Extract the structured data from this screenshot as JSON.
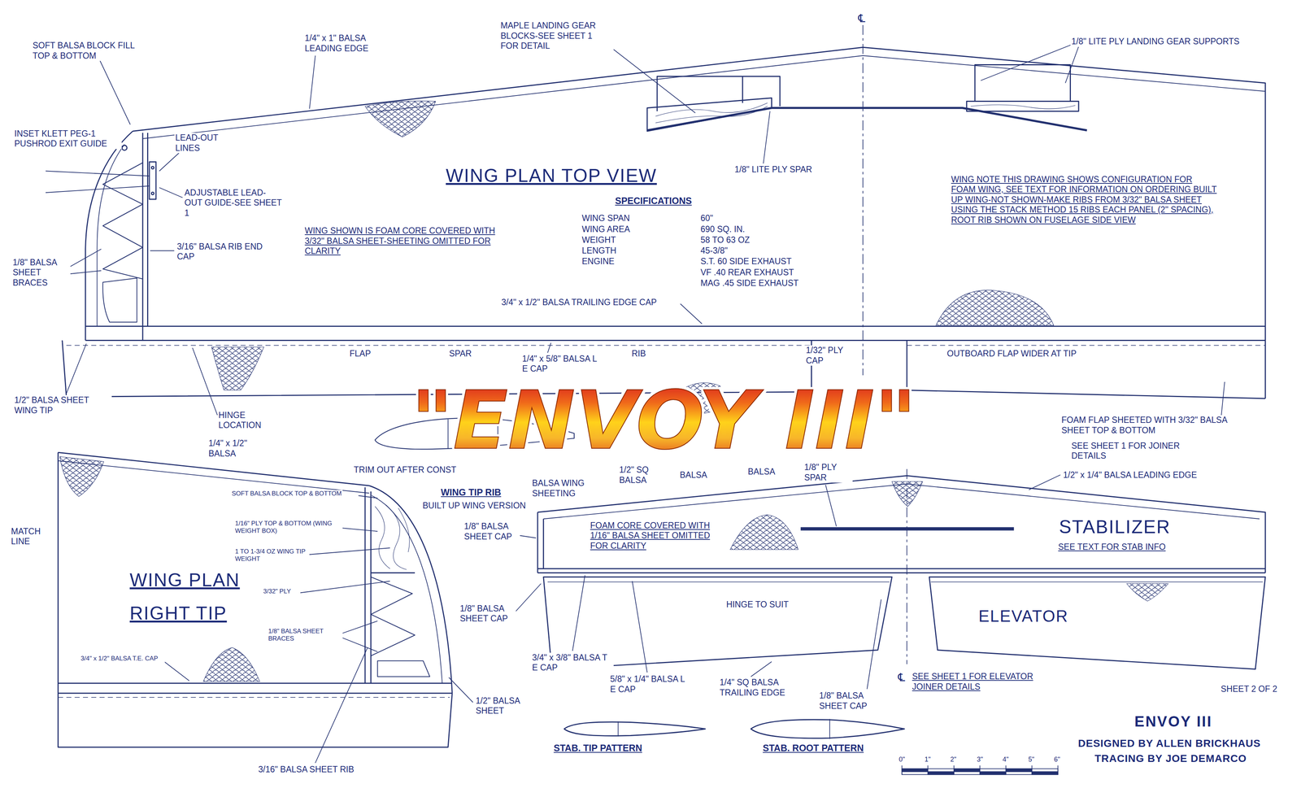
{
  "diagram": {
    "title": "ENVOY III",
    "labels": [
      "SOFT BALSA BLOCK FILL TOP & BOTTOM",
      "1/4\" x 1\" BALSA LEADING EDGE",
      "MAPLE LANDING GEAR BLOCKS-SEE SHEET 1 FOR DETAIL",
      "℄",
      "1/8\" LITE PLY LANDING GEAR SUPPORTS",
      "INSET KLETT PEG-1 PUSHROD EXIT GUIDE",
      "LEAD-OUT LINES",
      "ADJUSTABLE LEAD-OUT GUIDE-SEE SHEET 1",
      "WING PLAN TOP VIEW",
      "1/8\" LITE PLY SPAR",
      "SPECIFICATIONS",
      "WING SPAN",
      "60\"",
      "WING AREA",
      "690 SQ. IN.",
      "WEIGHT",
      "58 TO 63 OZ",
      "LENGTH",
      "45-3/8\"",
      "ENGINE",
      "S.T. 60 SIDE EXHAUST",
      "VF .40 REAR EXHAUST",
      "MAG .45 SIDE EXHAUST",
      "WING SHOWN IS FOAM CORE COVERED WITH 3/32\" BALSA SHEET-SHEETING OMITTED FOR CLARITY",
      "WING NOTE THIS DRAWING SHOWS CONFIGURATION FOR FOAM WING, SEE TEXT FOR INFORMATION ON ORDERING BUILT UP WING-NOT SHOWN-MAKE RIBS FROM 3/32\" BALSA SHEET USING THE STACK METHOD 15 RIBS EACH PANEL (2\" SPACING), ROOT RIB SHOWN ON FUSELAGE SIDE VIEW",
      "1/8\" BALSA SHEET BRACES",
      "3/16\" BALSA RIB END CAP",
      "3/4\" x 1/2\" BALSA TRAILING EDGE CAP",
      "FLAP",
      "SPAR",
      "1/4\" x 5/8\" BALSA L E CAP",
      "RIB",
      "1/32\" PLY CAP",
      "OUTBOARD FLAP WIDER AT TIP",
      "1/2\" BALSA SHEET WING TIP",
      "HINGE LOCATION",
      "1/4\" x 1/2\" BALSA",
      "FOAM FLAP SHEETED WITH 3/32\" BALSA SHEET TOP & BOTTOM",
      "SEE SHEET 1 FOR JOINER DETAILS",
      "TRIM OUT AFTER CONST",
      "1/2\" SQ BALSA",
      "BALSA",
      "BALSA",
      "1/8\" PLY SPAR",
      "BALSA WING SHEETING",
      "1/2\" x 1/4\" BALSA LEADING EDGE",
      "WING TIP RIB",
      "BUILT UP WING VERSION",
      "SOFT BALSA BLOCK TOP & BOTTOM",
      "1/8\" BALSA SHEET CAP",
      "FOAM CORE COVERED WITH 1/16\" BALSA SHEET OMITTED FOR CLARITY",
      "STABILIZER",
      "SEE TEXT FOR STAB INFO",
      "1/16\" PLY TOP & BOTTOM (WING WEIGHT BOX)",
      "MATCH LINE",
      "1 TO 1-3/4 OZ WING TIP WEIGHT",
      "WING PLAN",
      "3/32\" PLY",
      "RIGHT TIP",
      "1/8\" BALSA SHEET CAP",
      "HINGE TO SUIT",
      "ELEVATOR",
      "1/8\" BALSA SHEET BRACES",
      "3/4\" x 1/2\" BALSA T.E. CAP",
      "3/4\" x 3/8\" BALSA T E CAP",
      "5/8\" x 1/4\" BALSA L E CAP",
      "1/4\" SQ BALSA TRAILING EDGE",
      "1/8\" BALSA SHEET CAP",
      "SEE SHEET 1 FOR ELEVATOR JOINER DETAILS",
      "℄",
      "SHEET 2 OF 2",
      "1/2\" BALSA SHEET",
      "3/16\" BALSA SHEET RIB",
      "STAB. TIP PATTERN",
      "STAB. ROOT PATTERN",
      "0\"",
      "1\"",
      "2\"",
      "3\"",
      "4\"",
      "5\"",
      "6\"",
      "DESIGNED BY ALLEN BRICKHAUS",
      "TRACING BY JOE DEMARCO",
      "\"ENVOY III\""
    ]
  }
}
